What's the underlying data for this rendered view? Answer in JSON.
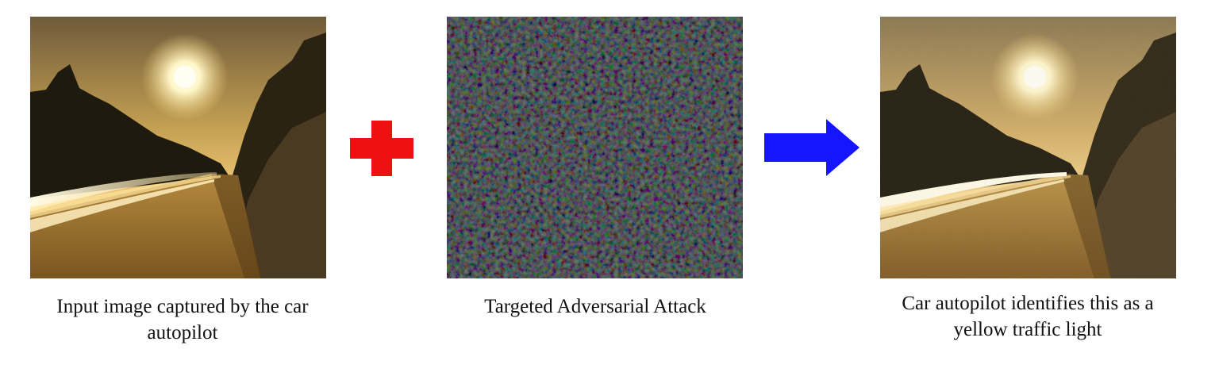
{
  "stages": [
    {
      "caption": "Input image captured by the car autopilot",
      "image_icon": "night-road-photo"
    },
    {
      "caption": "Targeted Adversarial Attack",
      "image_icon": "adversarial-noise-pattern"
    },
    {
      "caption": "Car autopilot identifies this as a yellow traffic light",
      "image_icon": "perturbed-night-road-photo"
    }
  ],
  "operators": {
    "plus_icon": "plus-icon",
    "plus_color": "#ee1111",
    "arrow_icon": "right-arrow-icon",
    "arrow_color": "#1515ff"
  }
}
